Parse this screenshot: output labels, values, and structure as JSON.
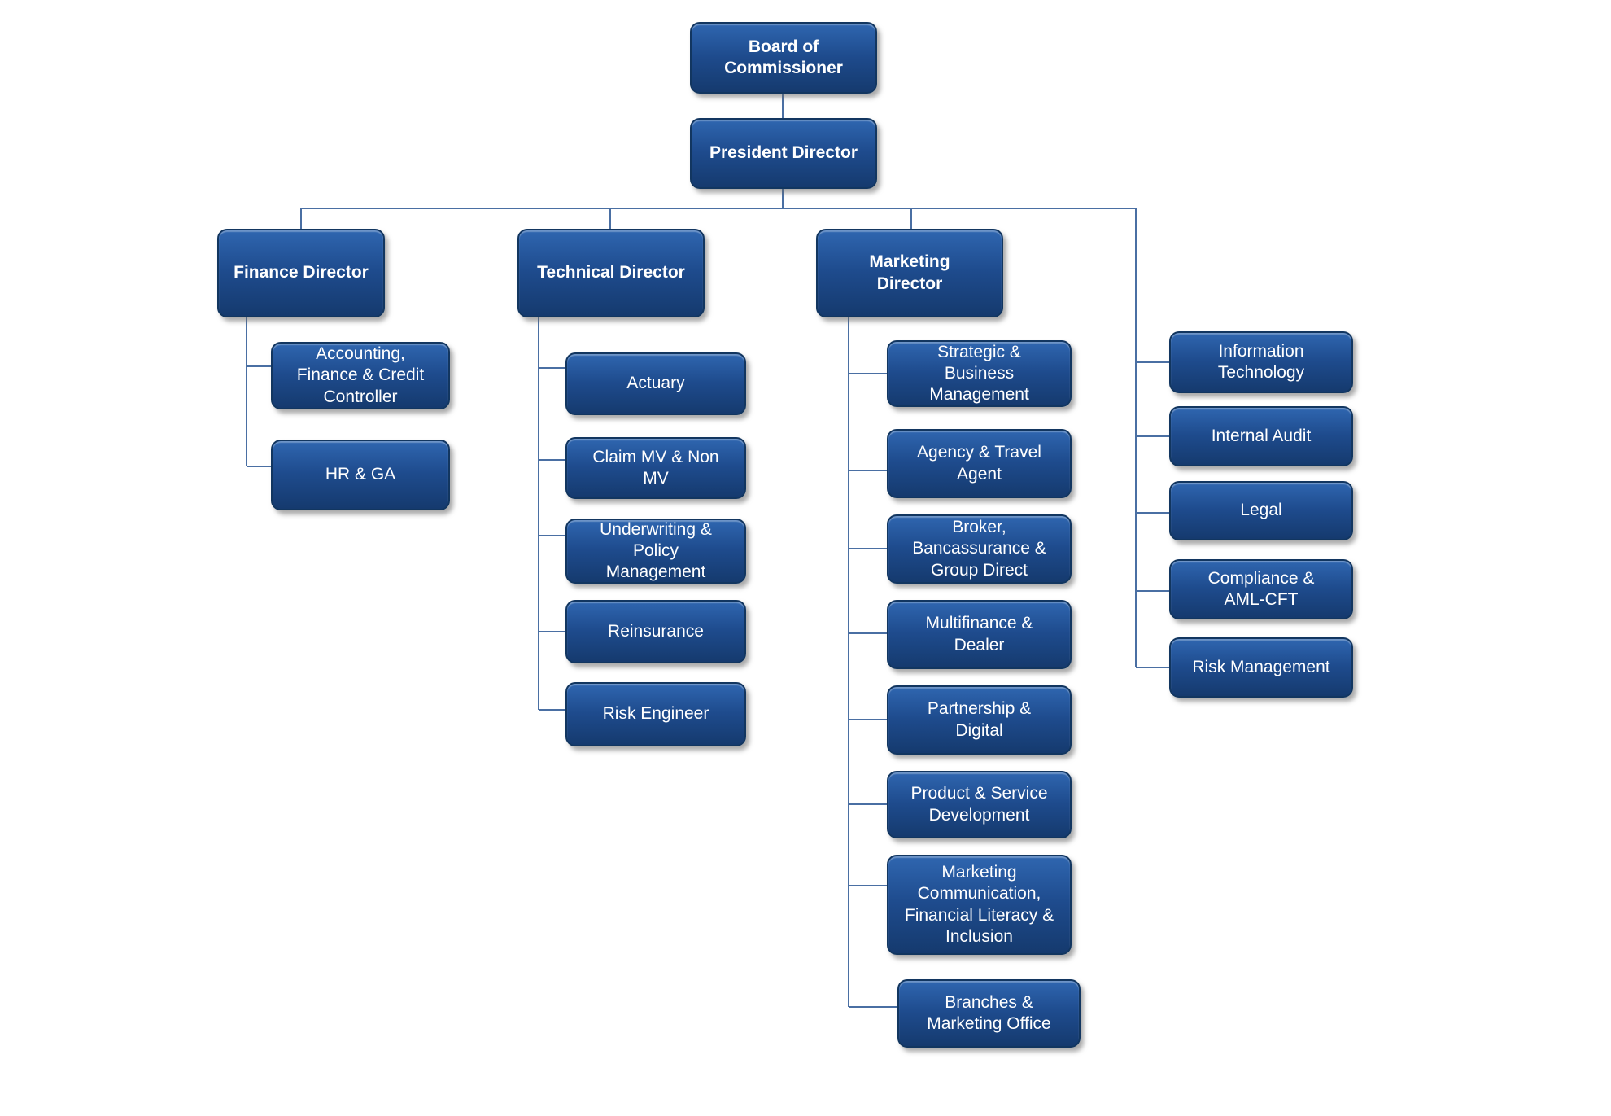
{
  "colors": {
    "box_gradient_top": "#2F66B0",
    "box_gradient_mid": "#1E4B8D",
    "box_gradient_bottom": "#153A6E",
    "box_border": "#123660",
    "connector": "#4A6FA3",
    "text": "#FFFFFF",
    "background": "#FFFFFF"
  },
  "org": {
    "board": {
      "label": "Board of\nCommissioner"
    },
    "president": {
      "label": "President Director"
    },
    "directors": [
      {
        "label": "Finance Director",
        "children": [
          {
            "label": "Accounting,\nFinance & Credit\nController"
          },
          {
            "label": "HR & GA"
          }
        ]
      },
      {
        "label": "Technical Director",
        "children": [
          {
            "label": "Actuary"
          },
          {
            "label": "Claim MV & Non\nMV"
          },
          {
            "label": "Underwriting &\nPolicy\nManagement"
          },
          {
            "label": "Reinsurance"
          },
          {
            "label": "Risk Engineer"
          }
        ]
      },
      {
        "label": "Marketing\nDirector",
        "children": [
          {
            "label": "Strategic &\nBusiness\nManagement"
          },
          {
            "label": "Agency & Travel\nAgent"
          },
          {
            "label": "Broker,\nBancassurance &\nGroup Direct"
          },
          {
            "label": "Multifinance &\nDealer"
          },
          {
            "label": "Partnership &\nDigital"
          },
          {
            "label": "Product & Service\nDevelopment"
          },
          {
            "label": "Marketing\nCommunication,\nFinancial Literacy &\nInclusion"
          },
          {
            "label": "Branches &\nMarketing Office"
          }
        ]
      }
    ],
    "staff_units": [
      {
        "label": "Information\nTechnology"
      },
      {
        "label": "Internal Audit"
      },
      {
        "label": "Legal"
      },
      {
        "label": "Compliance &\nAML-CFT"
      },
      {
        "label": "Risk Management"
      }
    ]
  }
}
